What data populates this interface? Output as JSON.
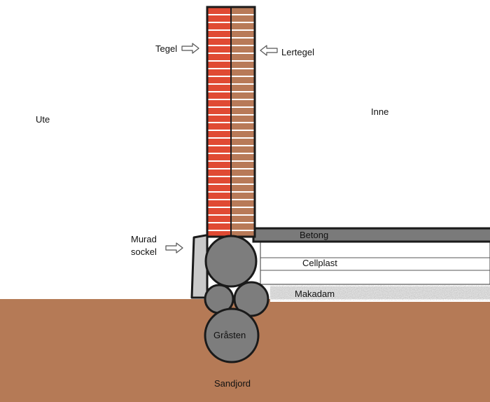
{
  "labels": {
    "outside": "Ute",
    "inside": "Inne",
    "brick": "Tegel",
    "clay_brick": "Lertegel",
    "plinth_line1": "Murad",
    "plinth_line2": "sockel",
    "concrete": "Betong",
    "insulation": "Cellplast",
    "macadam": "Makadam",
    "fieldstone": "Gråsten",
    "soil": "Sandjord"
  },
  "colors": {
    "background": "#ffffff",
    "soil": "#b57a56",
    "brick_red": "#e04a33",
    "brick_clay": "#b87a58",
    "concrete": "#7a7a7a",
    "stone": "#7d7d7d",
    "plinth": "#c9c9c9",
    "gravel": "#9a9a9a",
    "outline": "#1a1a1a"
  },
  "icons": {
    "arrow_right": "hollow-arrow-right-icon",
    "arrow_left": "hollow-arrow-left-icon"
  }
}
